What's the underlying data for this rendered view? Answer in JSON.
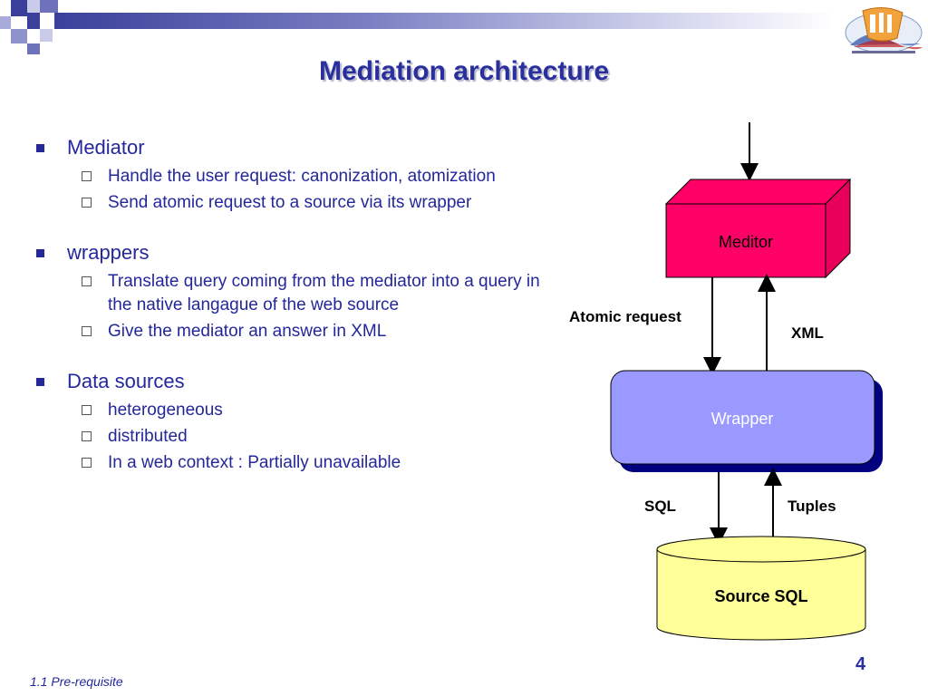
{
  "slide": {
    "title": "Mediation architecture",
    "footer": "1.1 Pre-requisite",
    "page_number": "4"
  },
  "content": {
    "sections": [
      {
        "heading": "Mediator",
        "items": [
          "Handle the user request: canonization, atomization",
          "Send atomic request to a source via its wrapper"
        ]
      },
      {
        "heading": "wrappers",
        "items": [
          "Translate query coming from the mediator into a query in the native langague of the web source",
          "Give the mediator an answer in XML"
        ]
      },
      {
        "heading": "Data sources",
        "items": [
          "heterogeneous",
          "distributed",
          "In a web context  : Partially unavailable"
        ]
      }
    ]
  },
  "diagram": {
    "mediator_label": "Meditor",
    "wrapper_label": "Wrapper",
    "source_label": "Source SQL",
    "atomic_request_label": "Atomic request",
    "xml_label": "XML",
    "sql_label": "SQL",
    "tuples_label": "Tuples",
    "colors": {
      "mediator": "#ff0066",
      "wrapper": "#9999ff",
      "source": "#ffff99"
    }
  },
  "icons": {
    "logo": "eiis-logo"
  }
}
